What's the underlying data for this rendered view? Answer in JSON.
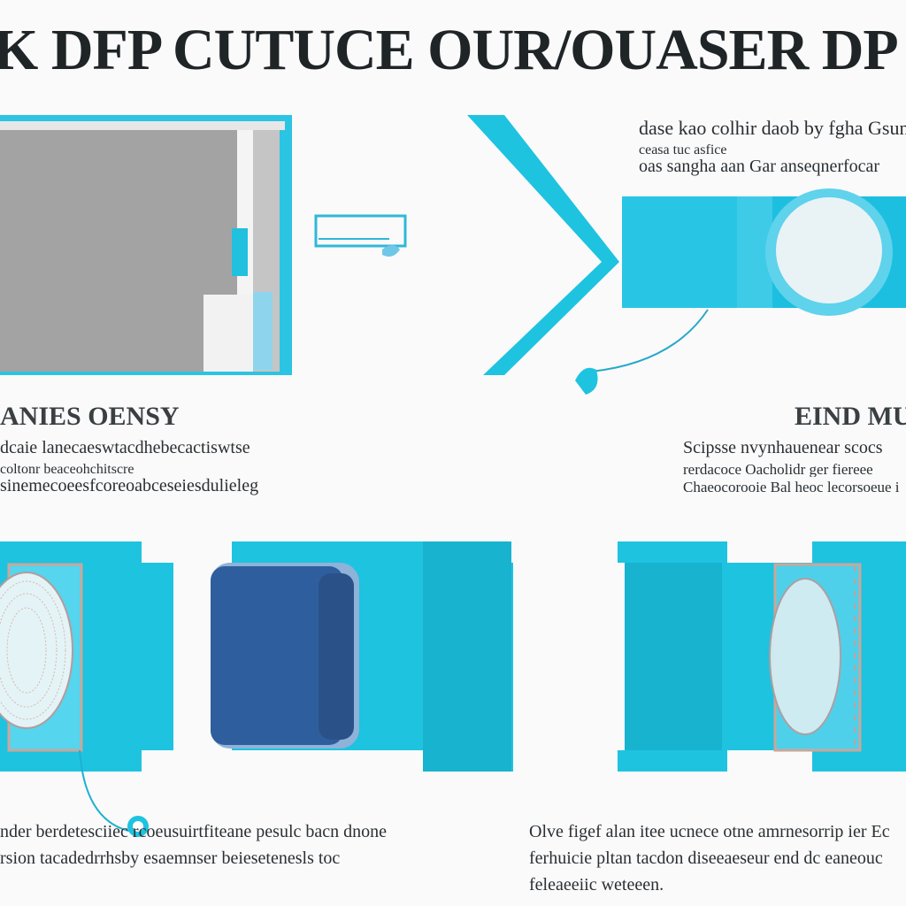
{
  "title": "K DFP CUTUCE OUR/OUASER DP CatperCvlc",
  "top_right_text": {
    "lines": [
      "dase kao colhir daob by fgha Gsuno",
      "ceasa tuc asfice",
      "oas sangha aan Gar anseqnerfocar"
    ]
  },
  "left_heading": "ANIES OENSY",
  "left_text": {
    "lines": [
      "dcaie lanecaeswtacdhebecactiswtse",
      "coltonr beaceohchitscre",
      "sinemecoeesfcoreoabceseiesdulieleg"
    ]
  },
  "right_heading": "EIND MU",
  "right_text": {
    "lines": [
      "Scipsse nvynhauenear scocs",
      "rerdacoce Oacholidr ger fiereee",
      "Chaeocorooie Bal heoc lecorsoeue i"
    ]
  },
  "bottom_left_text": {
    "lines": [
      "nder berdetesciiec rcoeusuirtfiteane pesulc bacn dnone",
      "rsion tacadedrrhsby esaemnser beiesetenesls toc"
    ]
  },
  "bottom_right_text": {
    "lines": [
      "Olve figef alan itee ucnece otne amrnesorrip ier Ec",
      "ferhuicie pltan tacdon diseeaeseur end dc eaneouc",
      "feleaeeiic weteeen."
    ]
  },
  "colors": {
    "cyan": "#1ec3e0",
    "cyan_dark": "#17b3cf",
    "cyan_light": "#4fd0ea",
    "blue": "#2f5e9e",
    "gray": "#a7a7a7",
    "outline": "#c9a79a"
  }
}
